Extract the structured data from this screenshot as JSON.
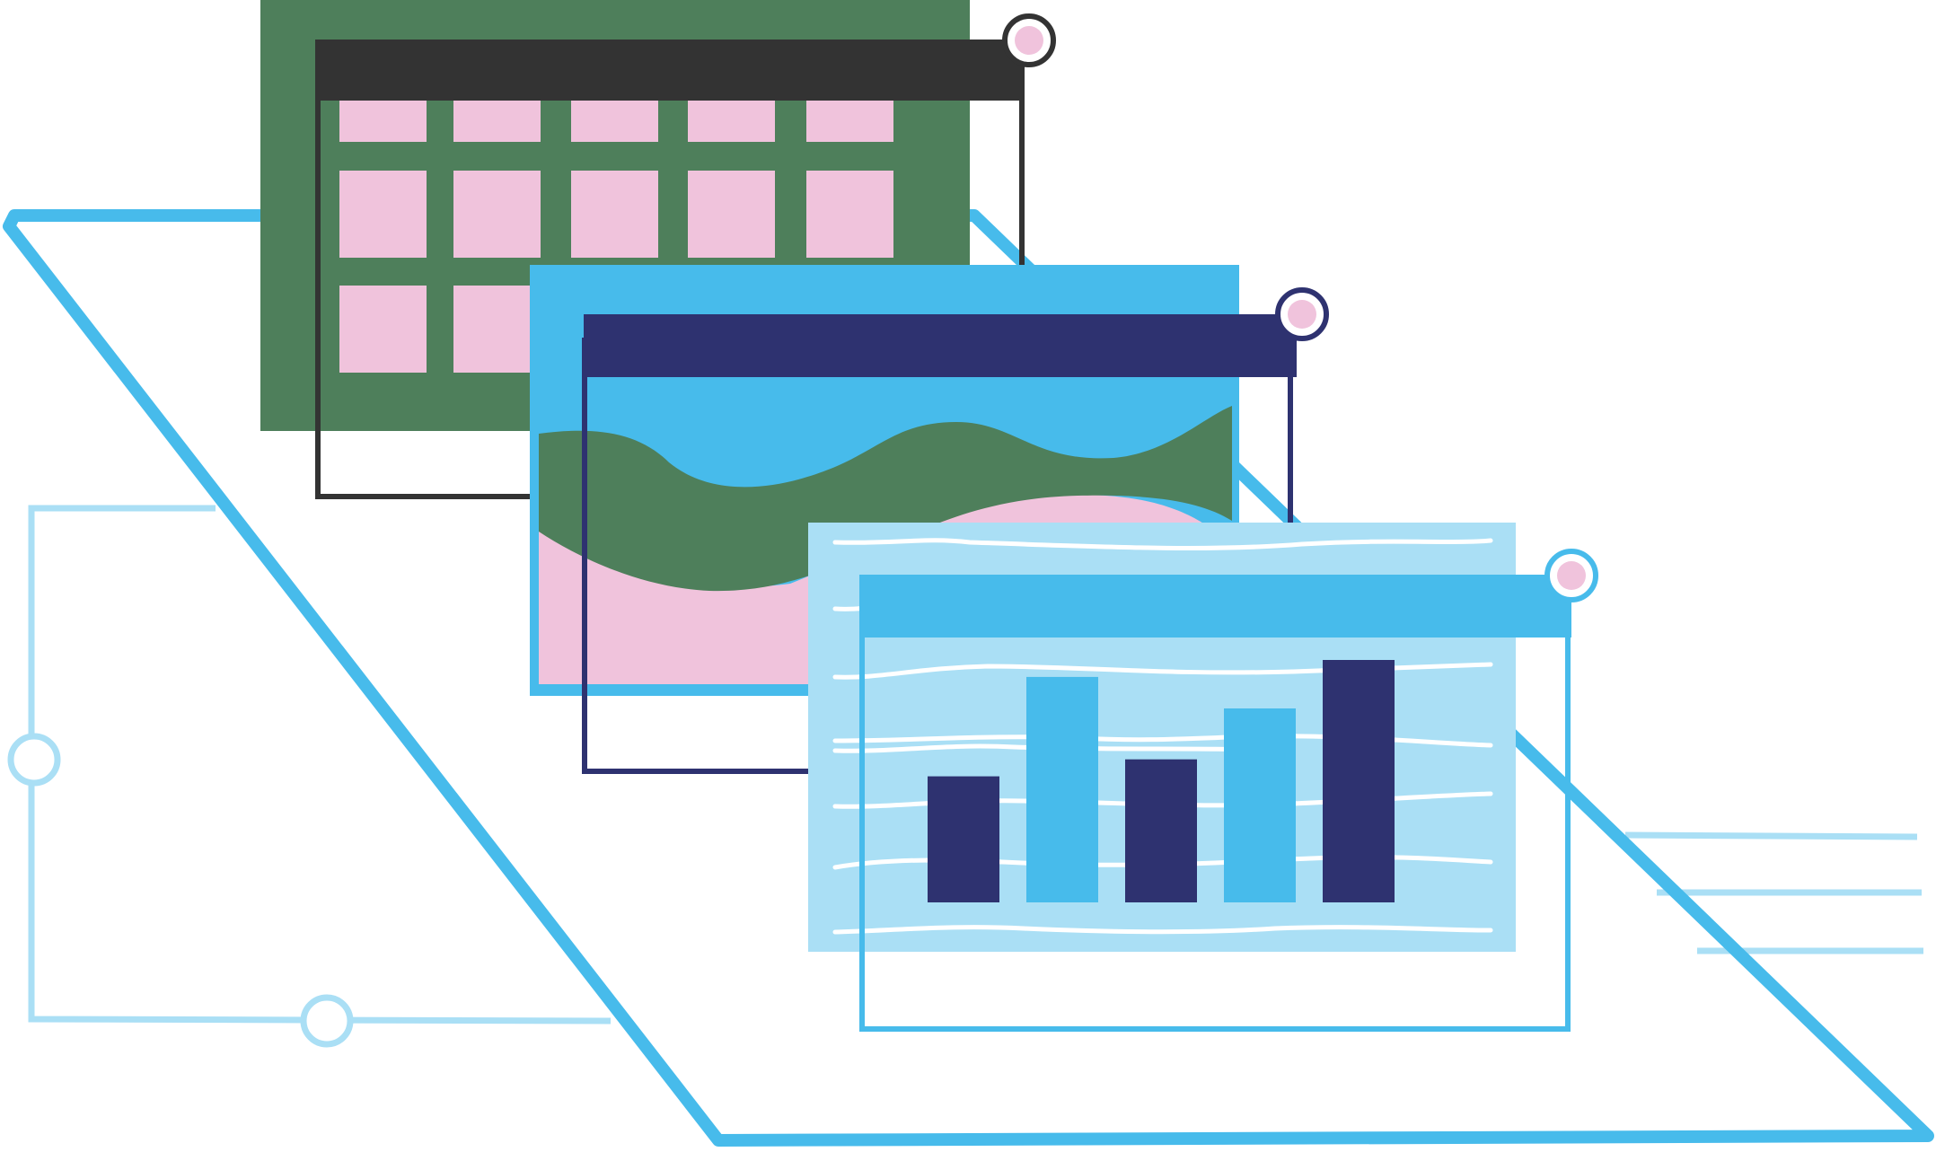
{
  "colors": {
    "background": "#ffffff",
    "platform_stroke": "#47bbeb",
    "circuit_line": "#aadff5",
    "green_panel": "#4e7f5b",
    "pink": "#f0c3dc",
    "dark_frame": "#333333",
    "sky_blue": "#47bbeb",
    "navy": "#2e3270",
    "light_blue_panel": "#aadff5",
    "white": "#ffffff"
  },
  "icons": {
    "window_control": "circle-button-icon",
    "circuit_node": "circle-node-icon"
  },
  "windows": [
    {
      "name": "grid-window",
      "content": "grid",
      "header_color": "#333333",
      "panel_color": "#4e7f5b",
      "cells_color": "#f0c3dc",
      "columns": 5,
      "rows": 3
    },
    {
      "name": "landscape-window",
      "content": "landscape",
      "header_color": "#2e3270",
      "panel_color": "#47bbeb"
    },
    {
      "name": "bar-chart-window",
      "content": "bar-chart",
      "header_color": "#47bbeb",
      "panel_color": "#aadff5"
    }
  ],
  "chart_data": {
    "type": "bar",
    "categories": [
      "",
      "",
      "",
      "",
      ""
    ],
    "values": [
      0.52,
      0.93,
      0.59,
      0.8,
      1.0
    ],
    "title": "",
    "xlabel": "",
    "ylabel": "",
    "ylim": [
      0,
      1
    ],
    "bar_colors": [
      "#2e3270",
      "#47bbeb",
      "#2e3270",
      "#47bbeb",
      "#2e3270"
    ],
    "grid": false
  }
}
